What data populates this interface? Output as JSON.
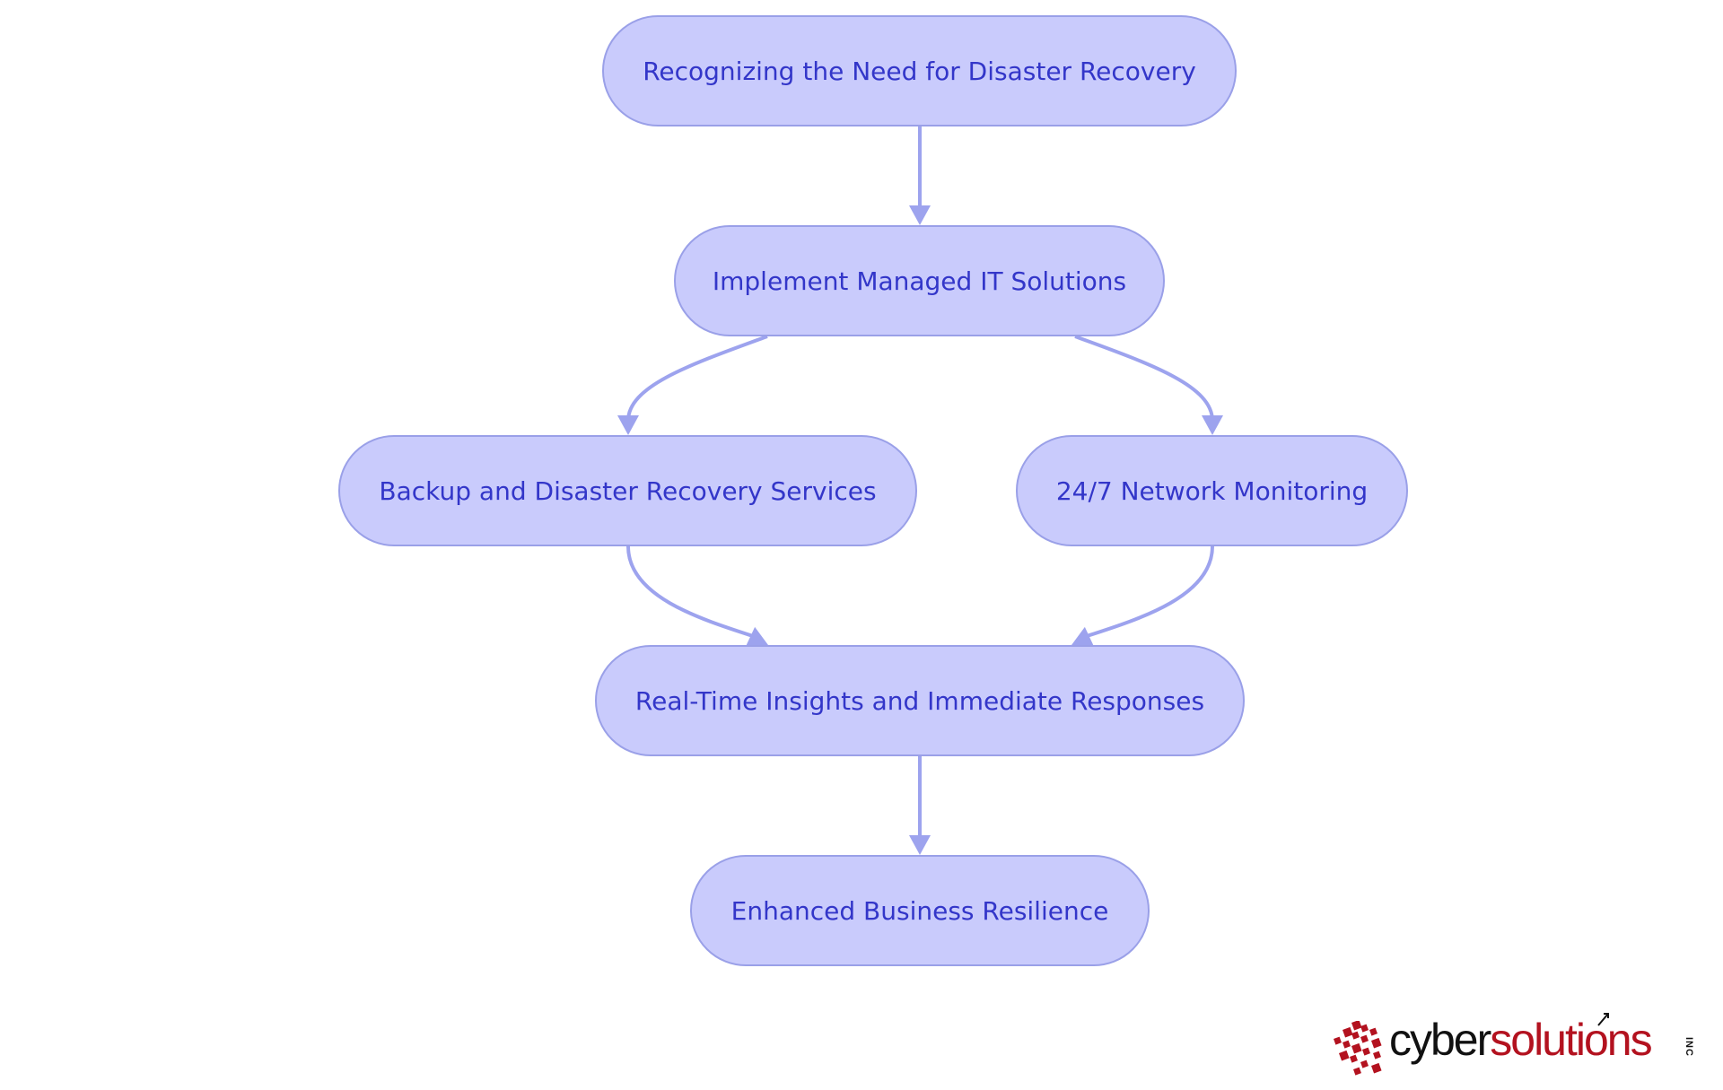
{
  "colors": {
    "node_fill": "#c9cbfc",
    "node_border": "#9aa0e8",
    "node_text": "#3336c9",
    "edge": "#9da3ee",
    "logo_dark": "#111111",
    "logo_red": "#b3121f"
  },
  "nodes": [
    {
      "id": "need",
      "label": "Recognizing the Need for Disaster Recovery"
    },
    {
      "id": "managed",
      "label": "Implement Managed IT Solutions"
    },
    {
      "id": "backup",
      "label": "Backup and Disaster Recovery Services"
    },
    {
      "id": "monitoring",
      "label": "24/7 Network Monitoring"
    },
    {
      "id": "insights",
      "label": "Real-Time Insights and Immediate Responses"
    },
    {
      "id": "resilience",
      "label": "Enhanced Business Resilience"
    }
  ],
  "edges": [
    {
      "from": "need",
      "to": "managed"
    },
    {
      "from": "managed",
      "to": "backup"
    },
    {
      "from": "managed",
      "to": "monitoring"
    },
    {
      "from": "backup",
      "to": "insights"
    },
    {
      "from": "monitoring",
      "to": "insights"
    },
    {
      "from": "insights",
      "to": "resilience"
    }
  ],
  "logo": {
    "word_a": "cyber",
    "word_b": "solutions",
    "suffix": "INC",
    "mark_icon": "red-squares-mark-icon"
  }
}
